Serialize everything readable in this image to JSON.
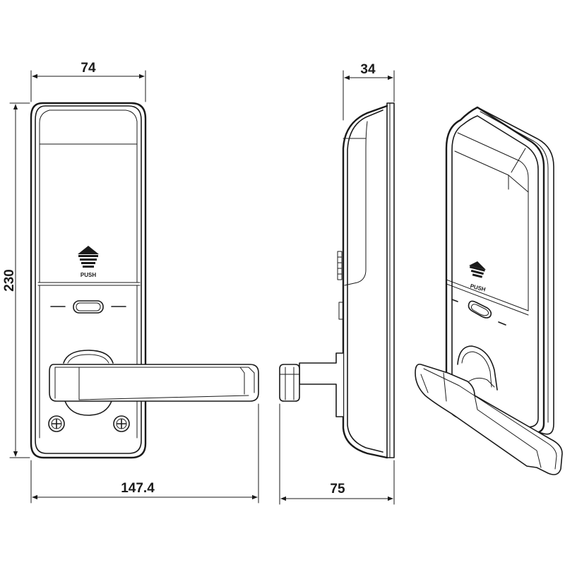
{
  "dimensions": {
    "front_width": "74",
    "front_height": "230",
    "lever_length": "147.4",
    "side_depth": "34",
    "side_lever_depth": "75"
  },
  "labels": {
    "push_front": "PUSH",
    "push_perspective": "PUSH"
  }
}
